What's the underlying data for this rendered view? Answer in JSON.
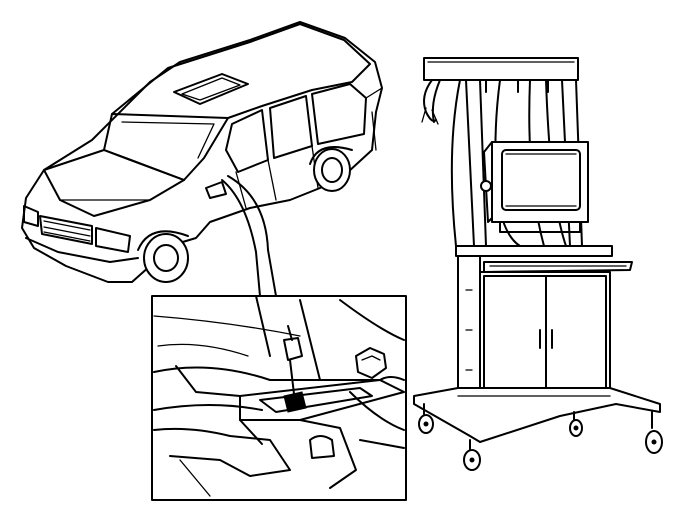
{
  "figure": {
    "background": "#ffffff",
    "line_color": "#000000",
    "parts": {
      "car": "station-wagon",
      "detail_panel": "interior-console-connector",
      "cart": "diagnostic-tester-cart",
      "monitor": "crt-monitor"
    }
  }
}
